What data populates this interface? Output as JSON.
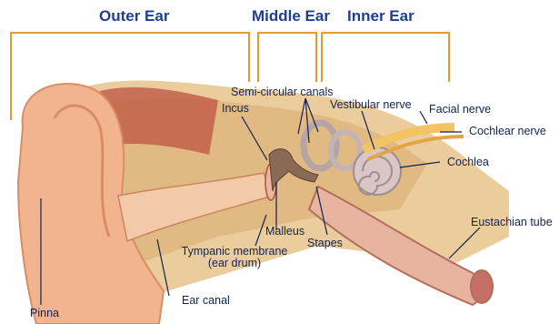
{
  "sections": {
    "outer": "Outer Ear",
    "middle": "Middle Ear",
    "inner": "Inner Ear"
  },
  "labels": {
    "semicircular": "Semi-circular canals",
    "incus": "Incus",
    "vestibular": "Vestibular nerve",
    "facial": "Facial nerve",
    "cochlear_nerve": "Cochlear nerve",
    "cochlea": "Cochlea",
    "eustachian": "Eustachian tube",
    "malleus": "Malleus",
    "tympanic_line1": "Tympanic membrane",
    "tympanic_line2": "(ear drum)",
    "stapes": "Stapes",
    "ear_canal": "Ear canal",
    "pinna": "Pinna"
  },
  "colors": {
    "bracket": "#e79a2c",
    "title": "#1c3f8f",
    "label": "#14224f",
    "skin": "#f1b48f",
    "bone": "#e7c48c",
    "muscle": "#c05a45",
    "cochlea": "#d8c7c5",
    "nerve": "#f3c466"
  }
}
